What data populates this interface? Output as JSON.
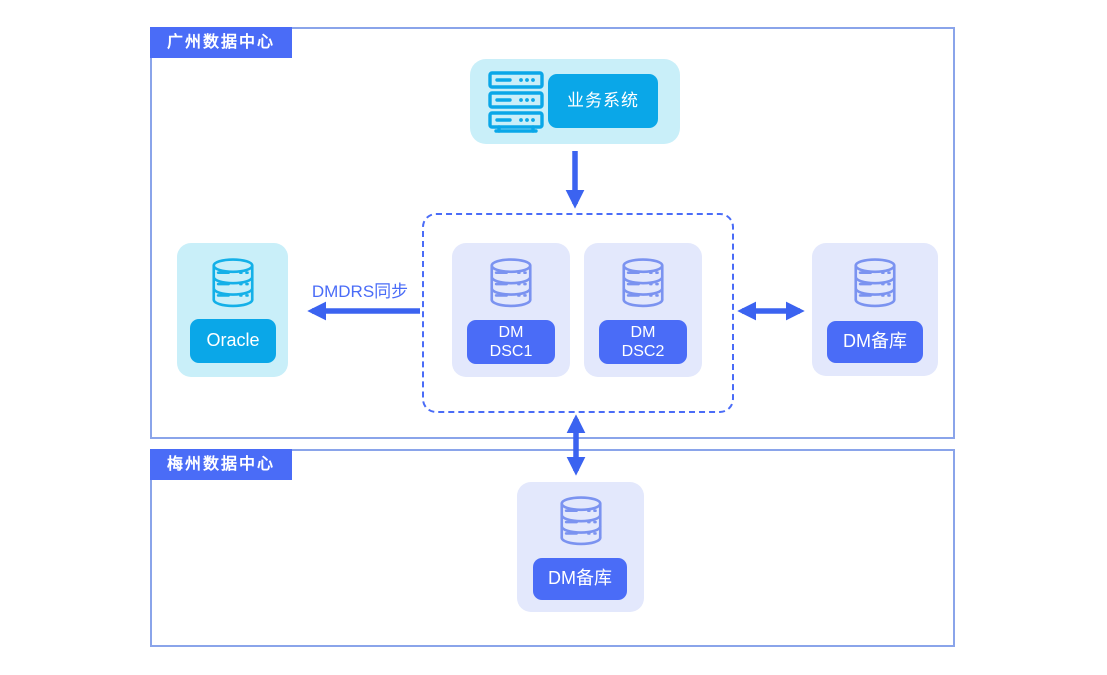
{
  "regions": {
    "guangzhou": {
      "label": "广州数据中心"
    },
    "meizhou": {
      "label": "梅州数据中心"
    }
  },
  "nodes": {
    "business_system": {
      "label": "业务系统",
      "icon": "server-stack-icon"
    },
    "oracle": {
      "label": "Oracle",
      "icon": "database-icon"
    },
    "dm_dsc1": {
      "line1": "DM",
      "line2": "DSC1",
      "icon": "database-icon"
    },
    "dm_dsc2": {
      "line1": "DM",
      "line2": "DSC2",
      "icon": "database-icon"
    },
    "dm_standby_right": {
      "label": "DM备库",
      "icon": "database-icon"
    },
    "dm_standby_bottom": {
      "label": "DM备库",
      "icon": "database-icon"
    }
  },
  "edges": {
    "dmdrs_label": "DMDRS同步",
    "business_to_dsc": "down-arrow",
    "dsc_to_oracle": "left-arrow",
    "dsc_to_dm_standby_right": "double-arrow",
    "dsc_to_dm_standby_bottom": "double-arrow"
  },
  "colors": {
    "accent_blue": "#4a6cf7",
    "arrow_blue": "#3b63f0",
    "cyan_accent": "#0aa7e8",
    "light_cyan_bg": "#c9eff9",
    "lavender_bg": "#e3e8fc",
    "region_border": "#8aa4ea",
    "db_icon_blue": "#7b93f0",
    "text_white": "#ffffff"
  }
}
